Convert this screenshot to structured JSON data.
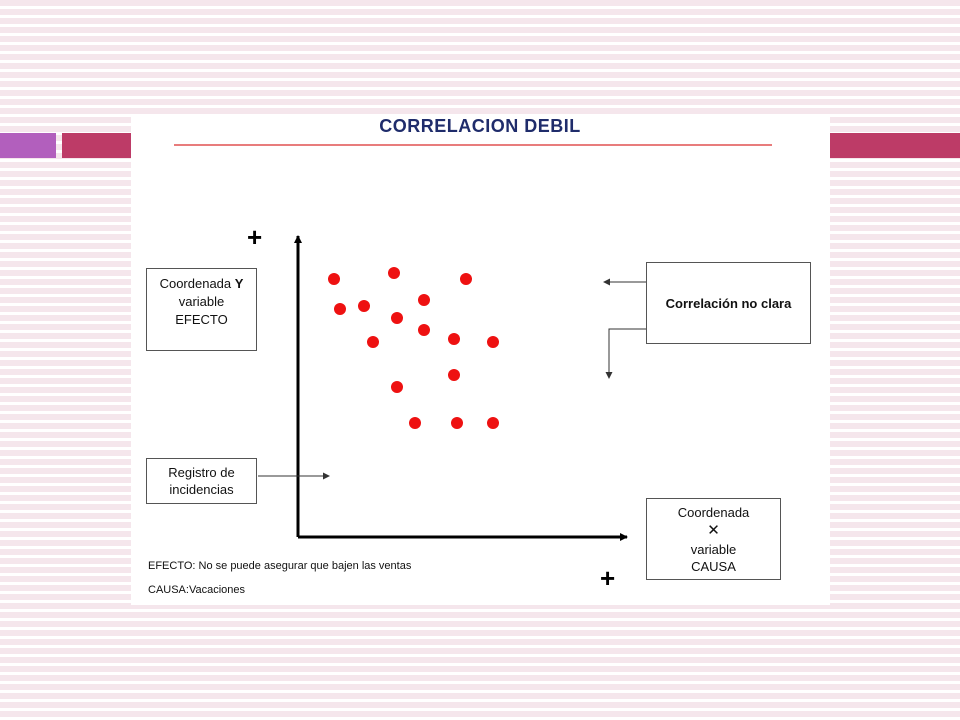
{
  "title": "CORRELACION DEBIL",
  "y_axis_plus": "+",
  "x_axis_plus": "+",
  "y_box": {
    "line1": "Coordenada ",
    "line1_bold": "Y",
    "line2": "variable",
    "line3": "EFECTO"
  },
  "registro_box": {
    "line1": "Registro de",
    "line2": "incidencias"
  },
  "correlacion_box": {
    "text": "Correlación no clara"
  },
  "x_box": {
    "line1": "Coordenada",
    "symbol": "✕",
    "line2": "variable",
    "line3": "CAUSA"
  },
  "efecto_note": "EFECTO: No se puede asegurar que bajen las ventas",
  "causa_note": "CAUSA:Vacaciones",
  "colors": {
    "points": "#ee1111",
    "title": "#1f2c6b",
    "title_rule": "#e05050",
    "accent_bar": "#bd3b67",
    "accent_left": "#b25fbd"
  },
  "chart_data": {
    "type": "scatter",
    "title": "CORRELACION DEBIL",
    "xlabel": "Coordenada X variable CAUSA",
    "ylabel": "Coordenada Y variable EFECTO",
    "points": [
      {
        "x": 1.2,
        "y": 8.6
      },
      {
        "x": 3.2,
        "y": 8.8
      },
      {
        "x": 5.6,
        "y": 8.6
      },
      {
        "x": 1.4,
        "y": 7.6
      },
      {
        "x": 2.2,
        "y": 7.7
      },
      {
        "x": 4.2,
        "y": 7.9
      },
      {
        "x": 3.3,
        "y": 7.3
      },
      {
        "x": 4.2,
        "y": 6.9
      },
      {
        "x": 2.5,
        "y": 6.5
      },
      {
        "x": 5.2,
        "y": 6.6
      },
      {
        "x": 6.5,
        "y": 6.5
      },
      {
        "x": 5.2,
        "y": 5.4
      },
      {
        "x": 3.3,
        "y": 5.0
      },
      {
        "x": 3.9,
        "y": 3.8
      },
      {
        "x": 5.3,
        "y": 3.8
      },
      {
        "x": 6.5,
        "y": 3.8
      }
    ],
    "xlim": [
      0,
      10
    ],
    "ylim": [
      0,
      10
    ],
    "grid": false
  }
}
